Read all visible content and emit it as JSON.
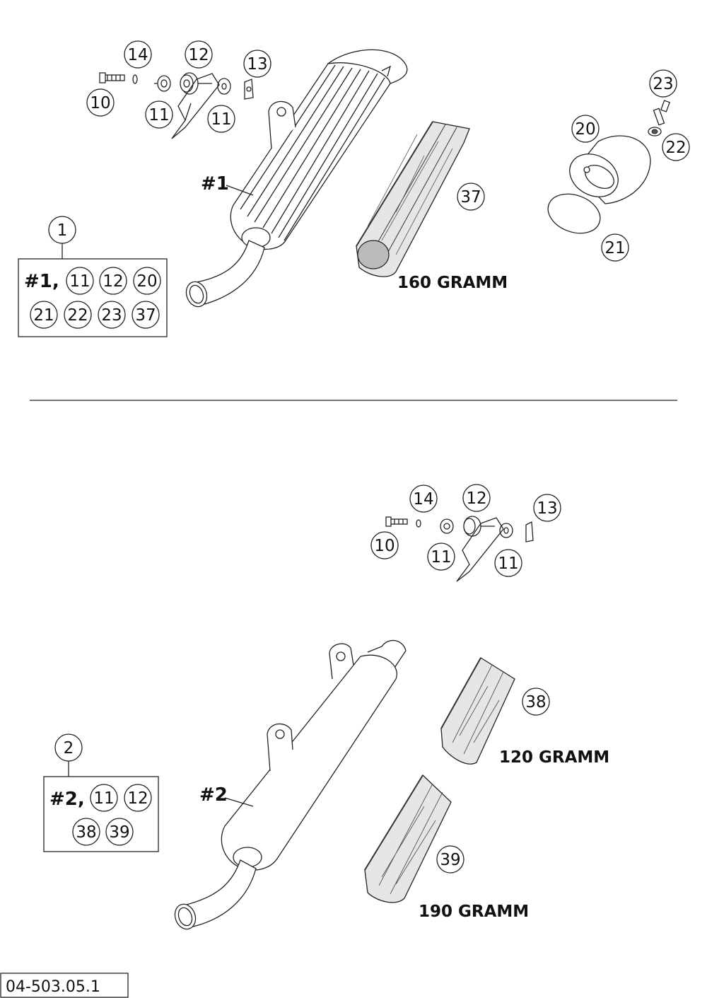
{
  "upper": {
    "part_label": "#1",
    "callouts": [
      "14",
      "12",
      "13",
      "10",
      "11",
      "11",
      "37",
      "23",
      "20",
      "22",
      "21"
    ],
    "kit": {
      "number": "1",
      "items": [
        "#1,",
        "11",
        "12",
        "20",
        "21",
        "22",
        "23",
        "37"
      ]
    },
    "packing_weight": "160 GRAMM"
  },
  "lower": {
    "part_label": "#2",
    "callouts": [
      "14",
      "12",
      "13",
      "10",
      "11",
      "11",
      "38",
      "39"
    ],
    "kit": {
      "number": "2",
      "items": [
        "#2,",
        "11",
        "12",
        "38",
        "39"
      ]
    },
    "packing_weights": [
      "120 GRAMM",
      "190 GRAMM"
    ]
  },
  "doc_ref": "04-503.05.1"
}
